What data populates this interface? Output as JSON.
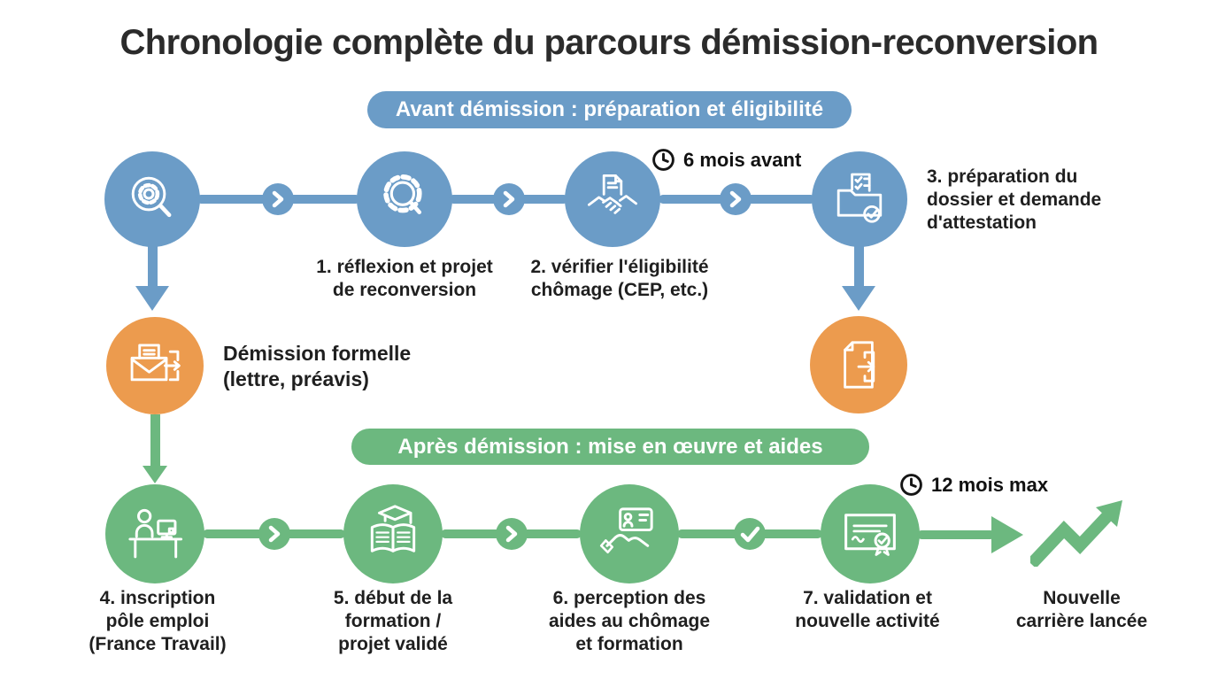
{
  "title": "Chronologie complète du parcours démission-reconversion",
  "colors": {
    "blue": "#6b9cc7",
    "orange": "#ec9b4e",
    "green": "#6cb87f",
    "ink": "#1f1f1f",
    "title_ink": "#2b2b2b"
  },
  "phase_before": {
    "banner": "Avant démission : préparation et éligibilité",
    "timer": "6 mois avant",
    "steps": [
      {
        "icon": "magnifier-gear-icon",
        "label": ""
      },
      {
        "icon": "gear-magnifier-icon",
        "label": "1. réflexion et projet\nde reconversion"
      },
      {
        "icon": "handshake-document-icon",
        "label": "2. vérifier l'éligibilité\nchômage (CEP, etc.)"
      },
      {
        "icon": "folder-check-icon",
        "label": "3. préparation du\ndossier et demande\nd'attestation"
      }
    ]
  },
  "demission": {
    "icon": "envelope-send-icon",
    "label": "Démission formelle\n(lettre, préavis)"
  },
  "attestation": {
    "icon": "document-export-icon"
  },
  "phase_after": {
    "banner": "Après démission : mise en œuvre et aides",
    "timer": "12 mois max",
    "steps": [
      {
        "icon": "person-desk-icon",
        "label": "4. inscription\npôle emploi\n(France Travail)"
      },
      {
        "icon": "book-graduation-icon",
        "label": "5. début de la\nformation /\nprojet validé"
      },
      {
        "icon": "hand-idcard-icon",
        "label": "6. perception des\naides au chômage\net formation"
      },
      {
        "icon": "certificate-icon",
        "label": "7. validation et\nnouvelle activité"
      }
    ],
    "outcome": "Nouvelle\ncarrière lancée"
  }
}
